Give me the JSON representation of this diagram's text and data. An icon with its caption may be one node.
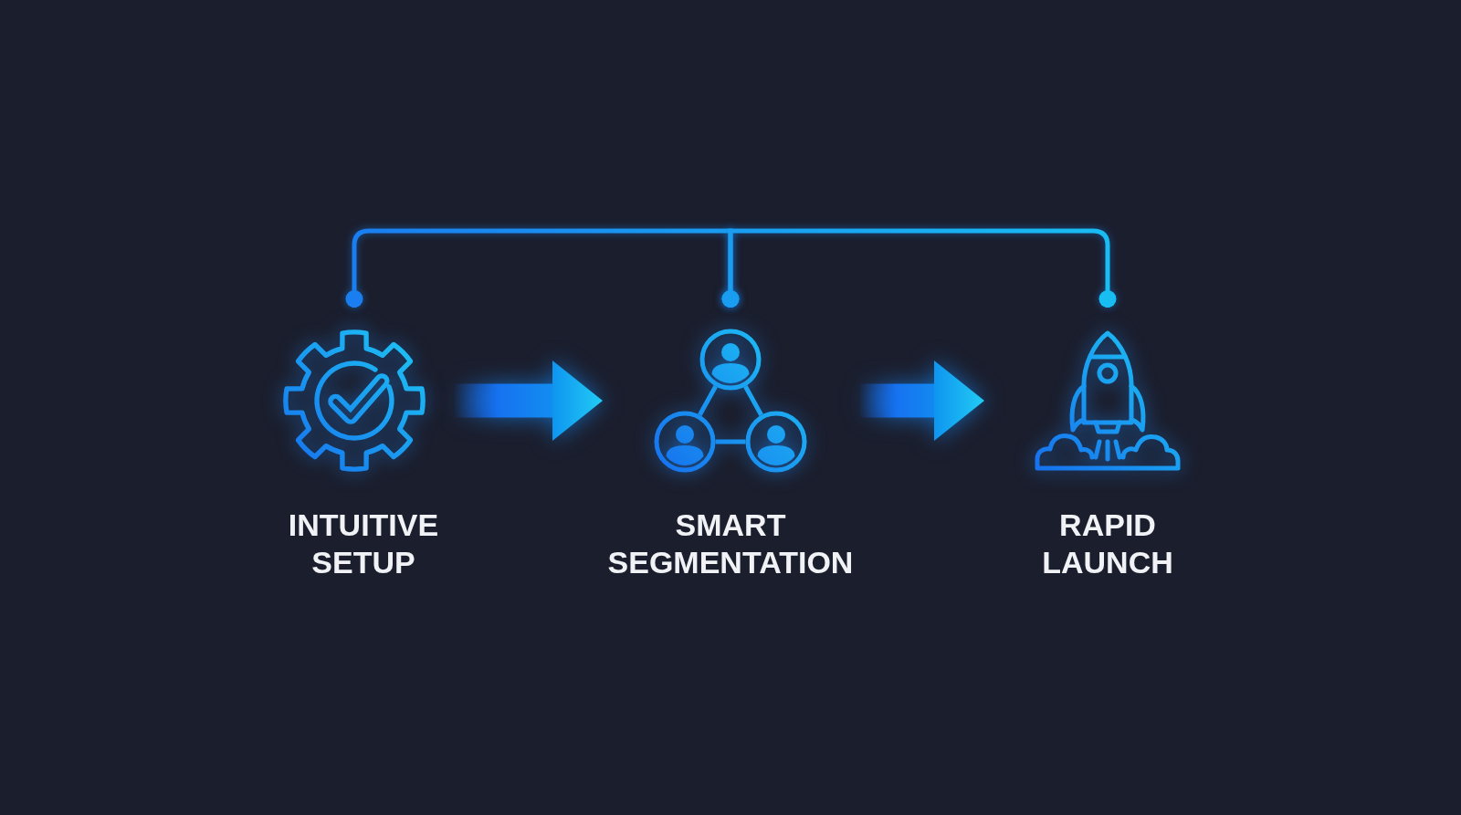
{
  "diagram": {
    "nodes": [
      {
        "text": [
          "INTUITIVE SETUP"
        ]
      },
      {
        "text": [
          "SMART SEGMENTATION"
        ]
      },
      {
        "text": [
          "RAPID LAUNCH"
        ]
      }
    ],
    "edges": [
      {
        "from": 0,
        "to": 1,
        "arrow": "to",
        "style": "thick"
      },
      {
        "from": 1,
        "to": 2,
        "arrow": "to",
        "style": "thick"
      },
      {
        "from": 1,
        "to": 0,
        "arrow": "other"
      },
      {
        "from": 1,
        "to": 2,
        "arrow": "other"
      }
    ]
  }
}
